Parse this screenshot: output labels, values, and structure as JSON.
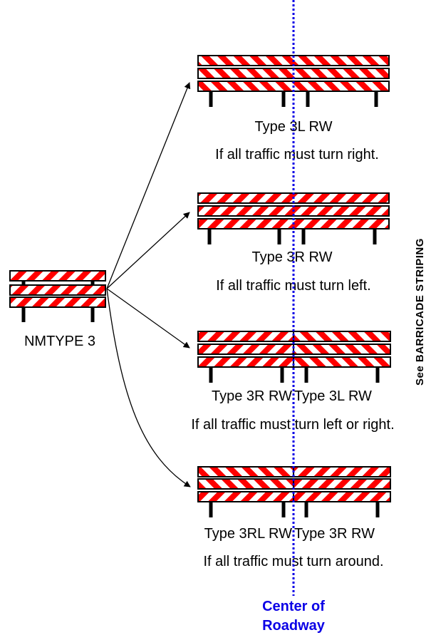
{
  "source": {
    "label": "NMTYPE 3"
  },
  "options": [
    {
      "type_label": "Type 3L RW",
      "description": "If all traffic must turn right."
    },
    {
      "type_label": "Type 3R RW",
      "description": "If all traffic must turn left."
    },
    {
      "type_label_left": "Type 3R RW",
      "type_label_right": "Type 3L RW",
      "description": "If all traffic must turn left or right."
    },
    {
      "type_label_left": "Type 3RL RW",
      "type_label_right": "Type 3R RW",
      "description": "If all traffic must turn around."
    }
  ],
  "centerline": {
    "label_line1": "Center of",
    "label_line2": "Roadway",
    "color": "#0b00e6"
  },
  "side_note": "See BARRICADE STRIPING",
  "colors": {
    "stripe_red": "#ff0000",
    "stripe_white": "#ffffff",
    "outline": "#000000",
    "centerline": "#0b00e6"
  }
}
